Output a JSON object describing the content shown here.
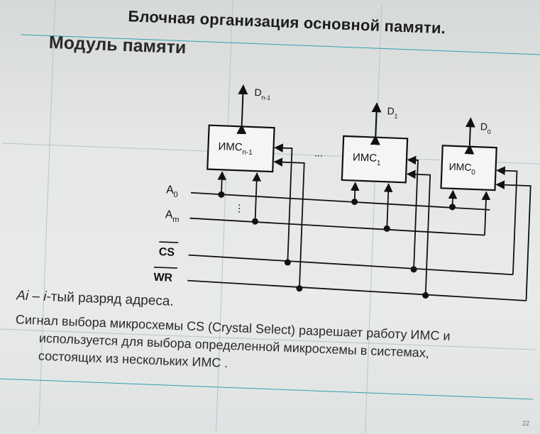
{
  "slide": {
    "title": "Блочная организация основной памяти.",
    "subtitle": "Модуль памяти",
    "page_number": "22"
  },
  "diagram": {
    "chips": [
      {
        "base": "ИМС",
        "sub": "n-1"
      },
      {
        "base": "ИМС",
        "sub": "1"
      },
      {
        "base": "ИМС",
        "sub": "0"
      }
    ],
    "data_lines": [
      {
        "base": "D",
        "sub": "n-1"
      },
      {
        "base": "D",
        "sub": "1"
      },
      {
        "base": "D",
        "sub": "0"
      }
    ],
    "signals": [
      {
        "base": "A",
        "sub": "0"
      },
      {
        "base": "A",
        "sub": "m"
      },
      {
        "base": "CS",
        "sub": ""
      },
      {
        "base": "WR",
        "sub": ""
      }
    ],
    "ellipsis_h": "...",
    "ellipsis_v": "⋮"
  },
  "caption": {
    "line1_var": "Ai",
    "line1_sep": " – ",
    "line1_var2": "i",
    "line1_rest": "-тый разряд адреса.",
    "line2": "Сигнал выбора микросхемы CS (Crystal Select) разрешает работу ИМС и",
    "line3": "используется для выбора определенной микросхемы в системах,",
    "line4": "состоящих из нескольких ИМС ."
  }
}
